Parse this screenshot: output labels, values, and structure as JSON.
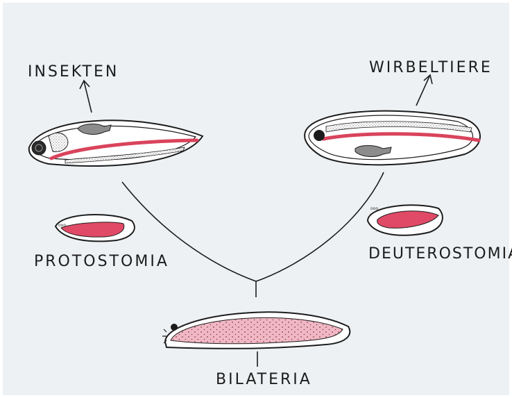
{
  "labels": {
    "insekten": "INSEKTEN",
    "wirbeltiere": "WIRBELTIERE",
    "protostomia": "PROTOSTOMIA",
    "deuterostomia": "DEUTEROSTOMIA",
    "bilateria": "BILATERIA"
  },
  "colors": {
    "background": "#edf1f4",
    "ink": "#1c1c1c",
    "nerve_cord_red": "#d9445c",
    "gut_pink": "#f0b8c4",
    "organ_gray": "#8c8c8c"
  }
}
